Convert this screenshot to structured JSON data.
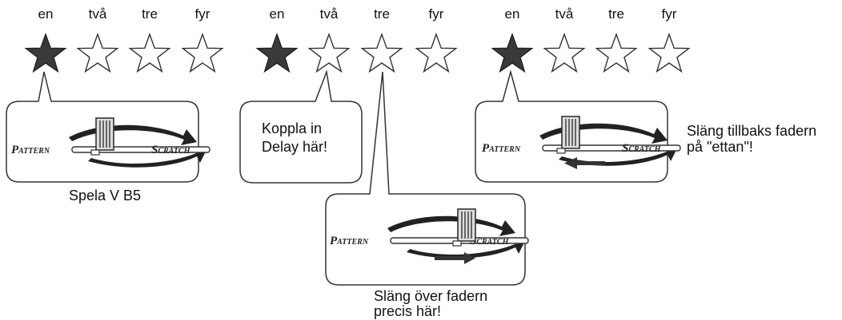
{
  "beat_labels": [
    "en",
    "två",
    "tre",
    "fyr"
  ],
  "groups": [
    {
      "active_beat": 1,
      "caption": "Spela V B5",
      "fader_position": "center",
      "arrow": "none"
    },
    {
      "active_beat": 1,
      "speech": [
        "Koppla in",
        "Delay här!"
      ],
      "caption_lines": [
        "Släng över fadern",
        "precis här!"
      ],
      "fader_position": "right",
      "arrow": "right"
    },
    {
      "active_beat": 1,
      "caption_lines": [
        "Släng tillbaks fadern",
        "på \"ettan\"!"
      ],
      "fader_position": "center",
      "arrow": "left"
    }
  ],
  "fader_labels": {
    "left": "Pattern",
    "right": "Scratch"
  },
  "colors": {
    "active_star": "#3a3a3a",
    "inactive_star": "#ffffff",
    "outline": "#333333"
  },
  "icons": [
    "star-filled-icon",
    "star-outline-icon",
    "crossfader-icon",
    "arrow-left-icon",
    "arrow-right-icon"
  ]
}
